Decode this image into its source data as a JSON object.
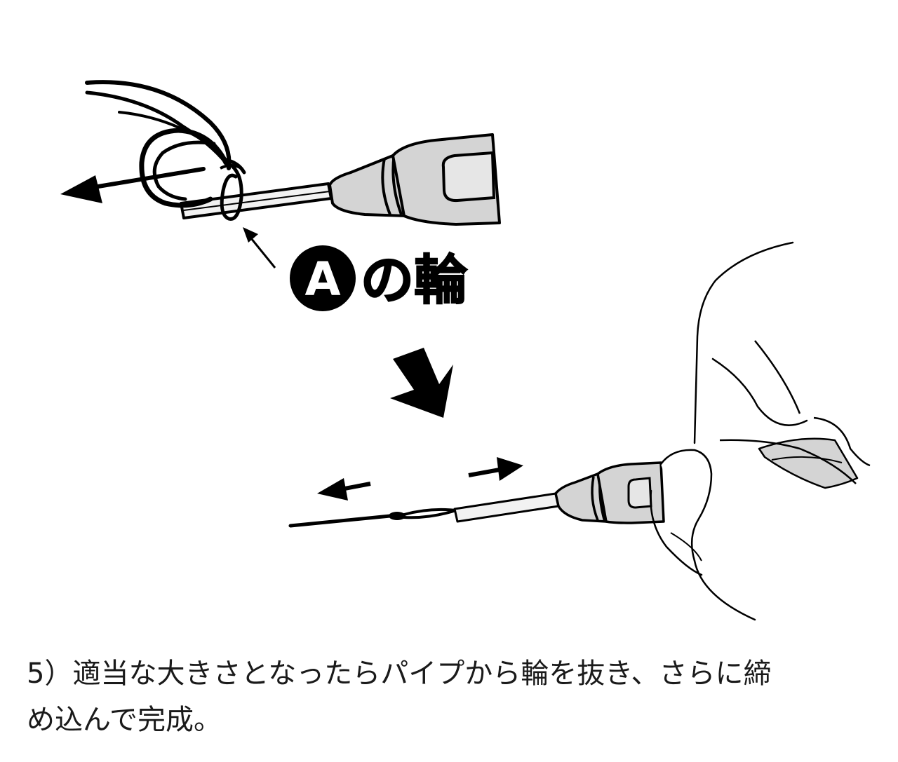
{
  "label": {
    "badge_letter": "A",
    "text": "の輪"
  },
  "caption": {
    "line1": "5）適当な大きさとなったらパイプから輪を抜き、さらに締",
    "line2": "め込んで完成。"
  },
  "colors": {
    "ink": "#000000",
    "tool_fill": "#d4d4d4",
    "tube_fill": "#f2f2f2",
    "paper": "#ffffff"
  }
}
